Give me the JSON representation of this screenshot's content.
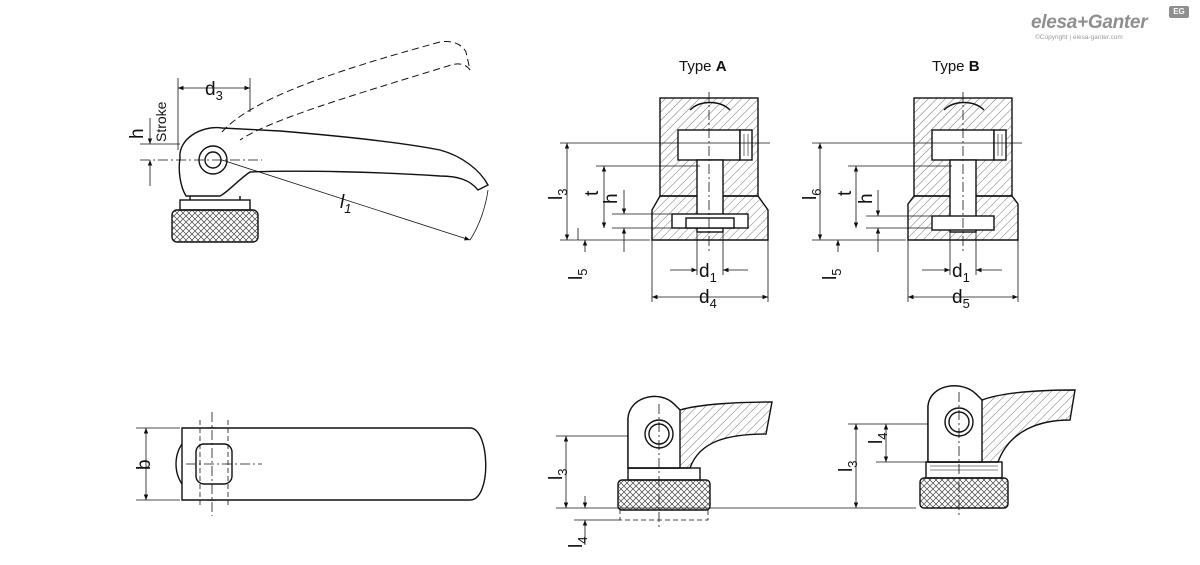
{
  "brand": {
    "name": "elesa+Ganter",
    "copyright": "©Copyright | elesa-ganter.com",
    "badge": "EG"
  },
  "views": {
    "type_a": {
      "prefix": "Type ",
      "letter": "A"
    },
    "type_b": {
      "prefix": "Type ",
      "letter": "B"
    }
  },
  "labels": {
    "d3": {
      "main": "d",
      "sub": "3"
    },
    "h": "h",
    "stroke": "Stroke",
    "l1": {
      "main": "l",
      "sub": "1"
    },
    "l3": {
      "main": "l",
      "sub": "3"
    },
    "t": "t",
    "l5": {
      "main": "l",
      "sub": "5"
    },
    "d1": {
      "main": "d",
      "sub": "1"
    },
    "d4": {
      "main": "d",
      "sub": "4"
    },
    "l6": {
      "main": "l",
      "sub": "6"
    },
    "d5": {
      "main": "d",
      "sub": "5"
    },
    "b": "b",
    "l4": {
      "main": "l",
      "sub": "4"
    }
  },
  "colors": {
    "line": "#111111",
    "hatch": "#555555",
    "logo": "#8f8f8f"
  },
  "icons": {
    "brand": "elesa-ganter-logo"
  }
}
